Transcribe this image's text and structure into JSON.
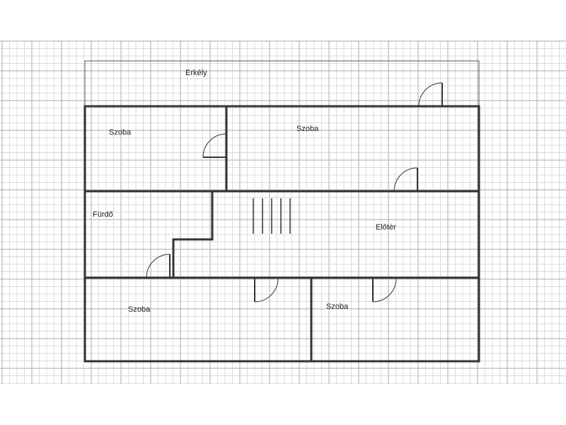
{
  "rooms": {
    "balcony": "Erkély",
    "room_top_left": "Szoba",
    "room_top_right": "Szoba",
    "bathroom": "Fürdő",
    "hallway": "Előtér",
    "room_bottom_left": "Szoba",
    "room_bottom_right": "Szoba"
  },
  "colors": {
    "grid_minor": "#cfcfcf",
    "grid_major": "#a9a9a9",
    "wall": "#333333"
  },
  "icons": [
    "door-icon",
    "stairs-icon"
  ]
}
